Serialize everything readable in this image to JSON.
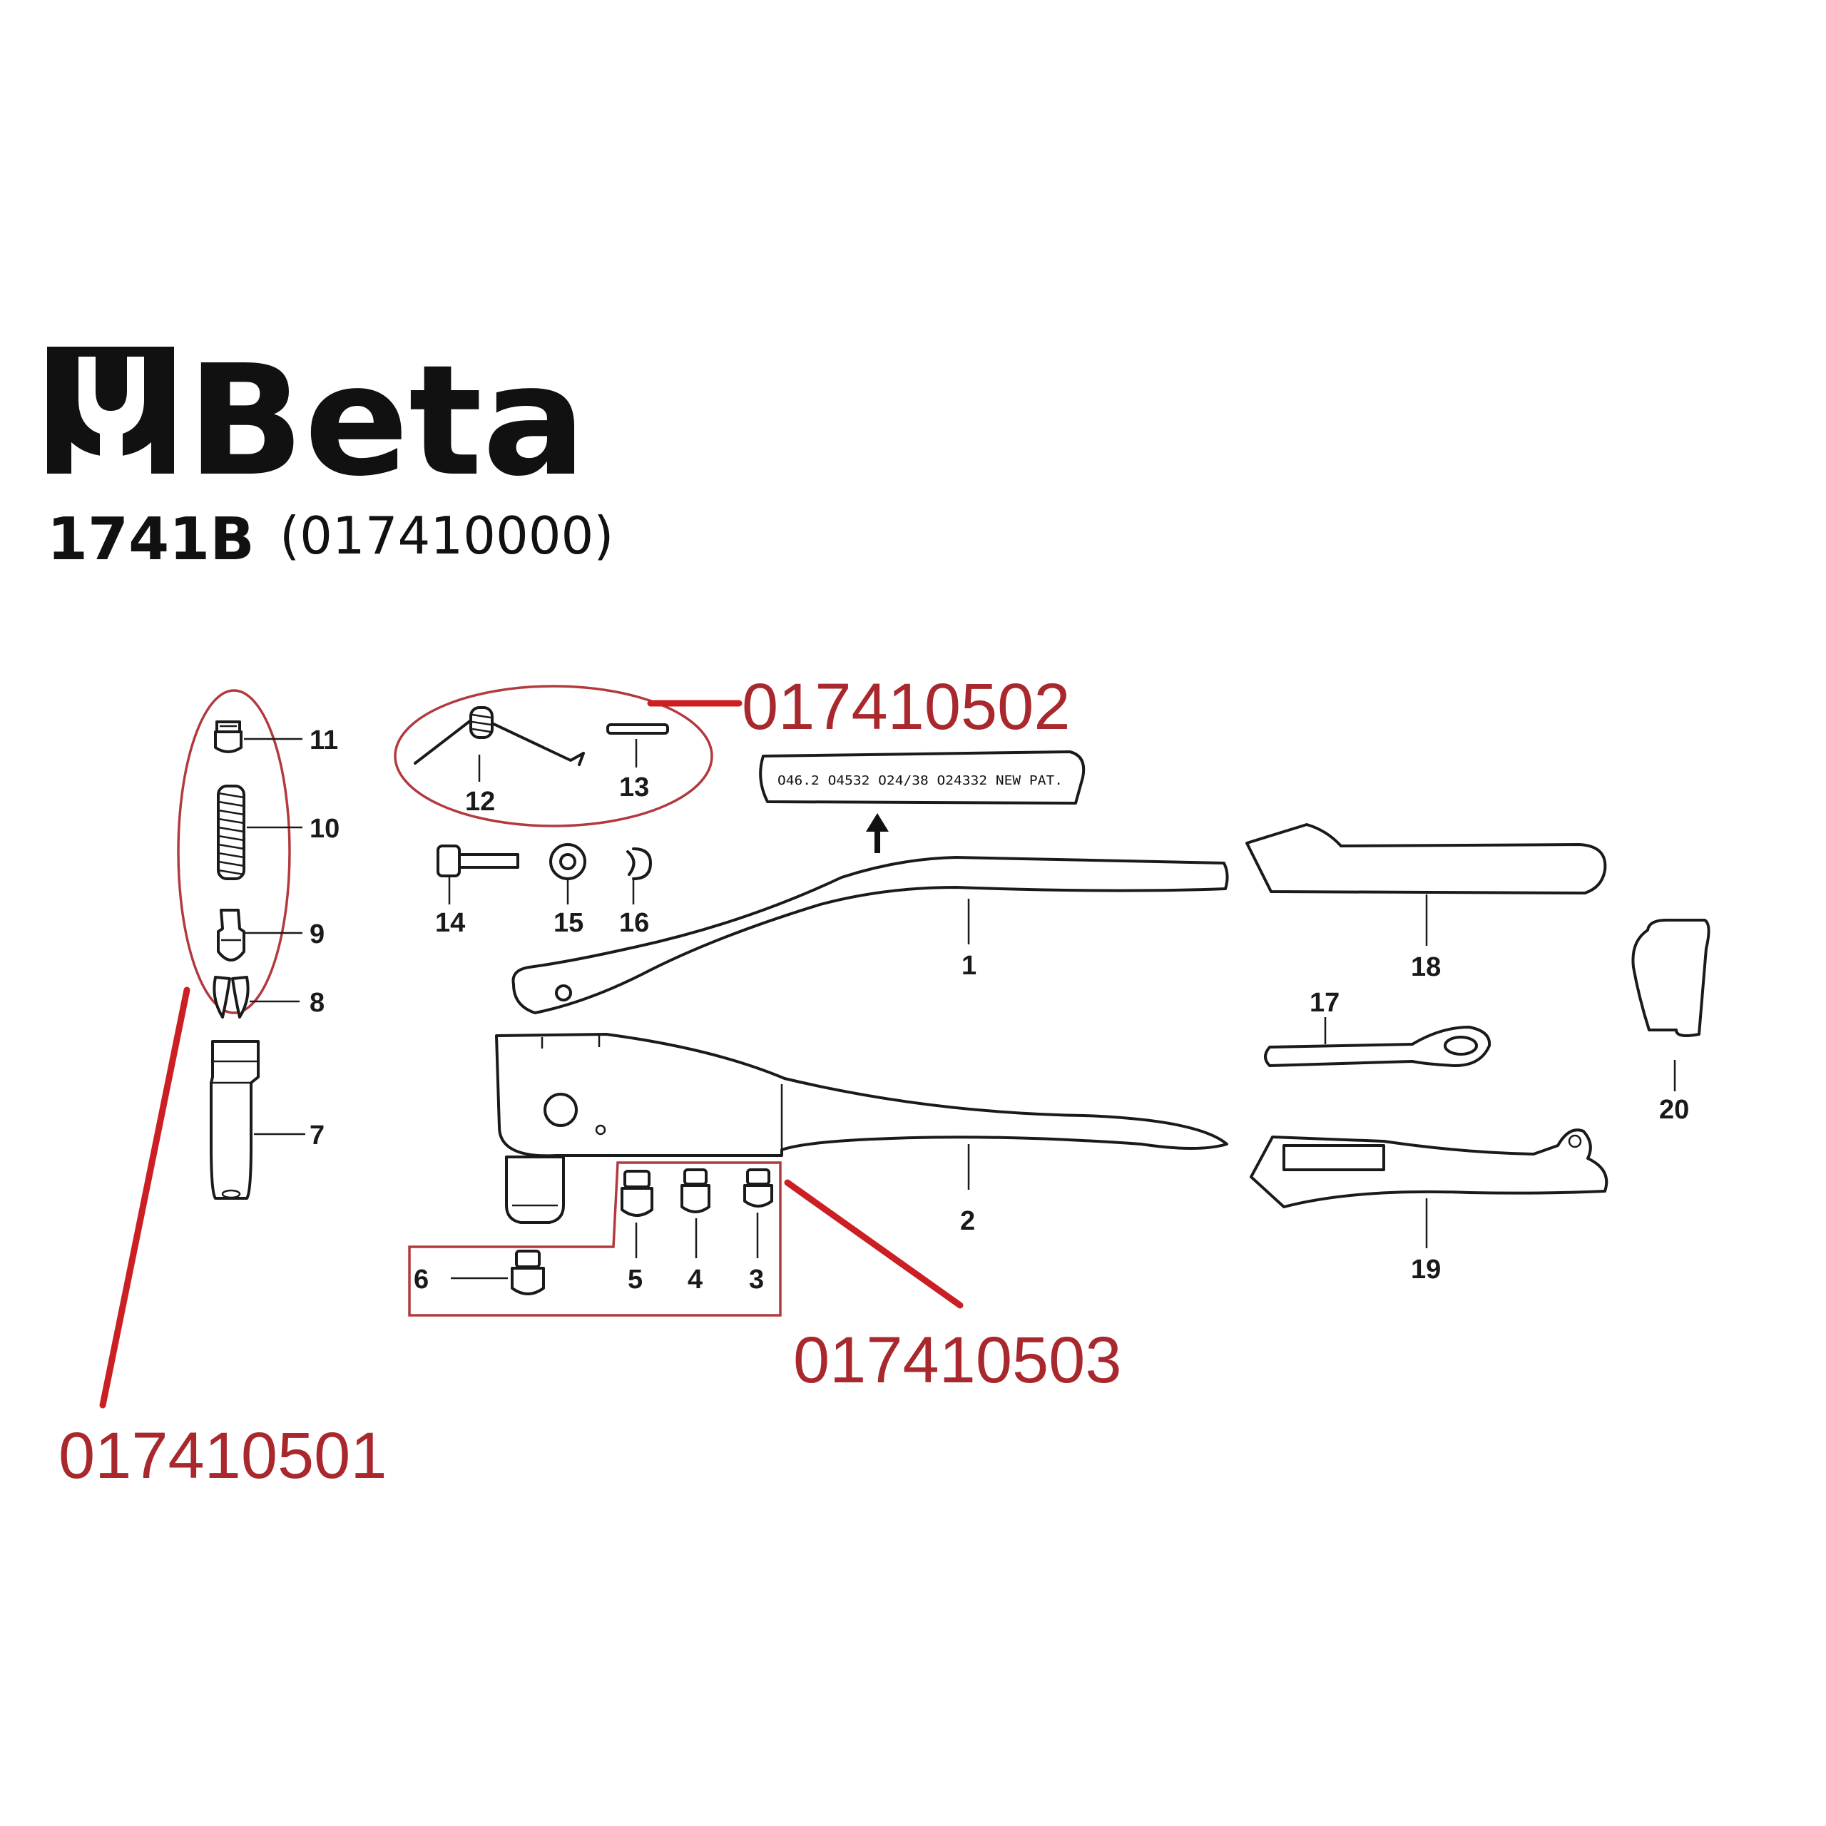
{
  "brand": {
    "name": "Beta"
  },
  "product": {
    "model": "1741B",
    "code": "(017410000)"
  },
  "plate": {
    "text": "O46.2 O4532 O24/38 O24332 NEW PAT."
  },
  "kits": [
    {
      "code": "017410501"
    },
    {
      "code": "017410502"
    },
    {
      "code": "017410503"
    }
  ],
  "parts": {
    "p1": "1",
    "p2": "2",
    "p3": "3",
    "p4": "4",
    "p5": "5",
    "p6": "6",
    "p7": "7",
    "p8": "8",
    "p9": "9",
    "p10": "10",
    "p11": "11",
    "p12": "12",
    "p13": "13",
    "p14": "14",
    "p15": "15",
    "p16": "16",
    "p17": "17",
    "p18": "18",
    "p19": "19",
    "p20": "20"
  },
  "colors": {
    "kit_accent": "#cc1f24",
    "kit_text": "#a8282d",
    "ink": "#1a1a1a"
  }
}
